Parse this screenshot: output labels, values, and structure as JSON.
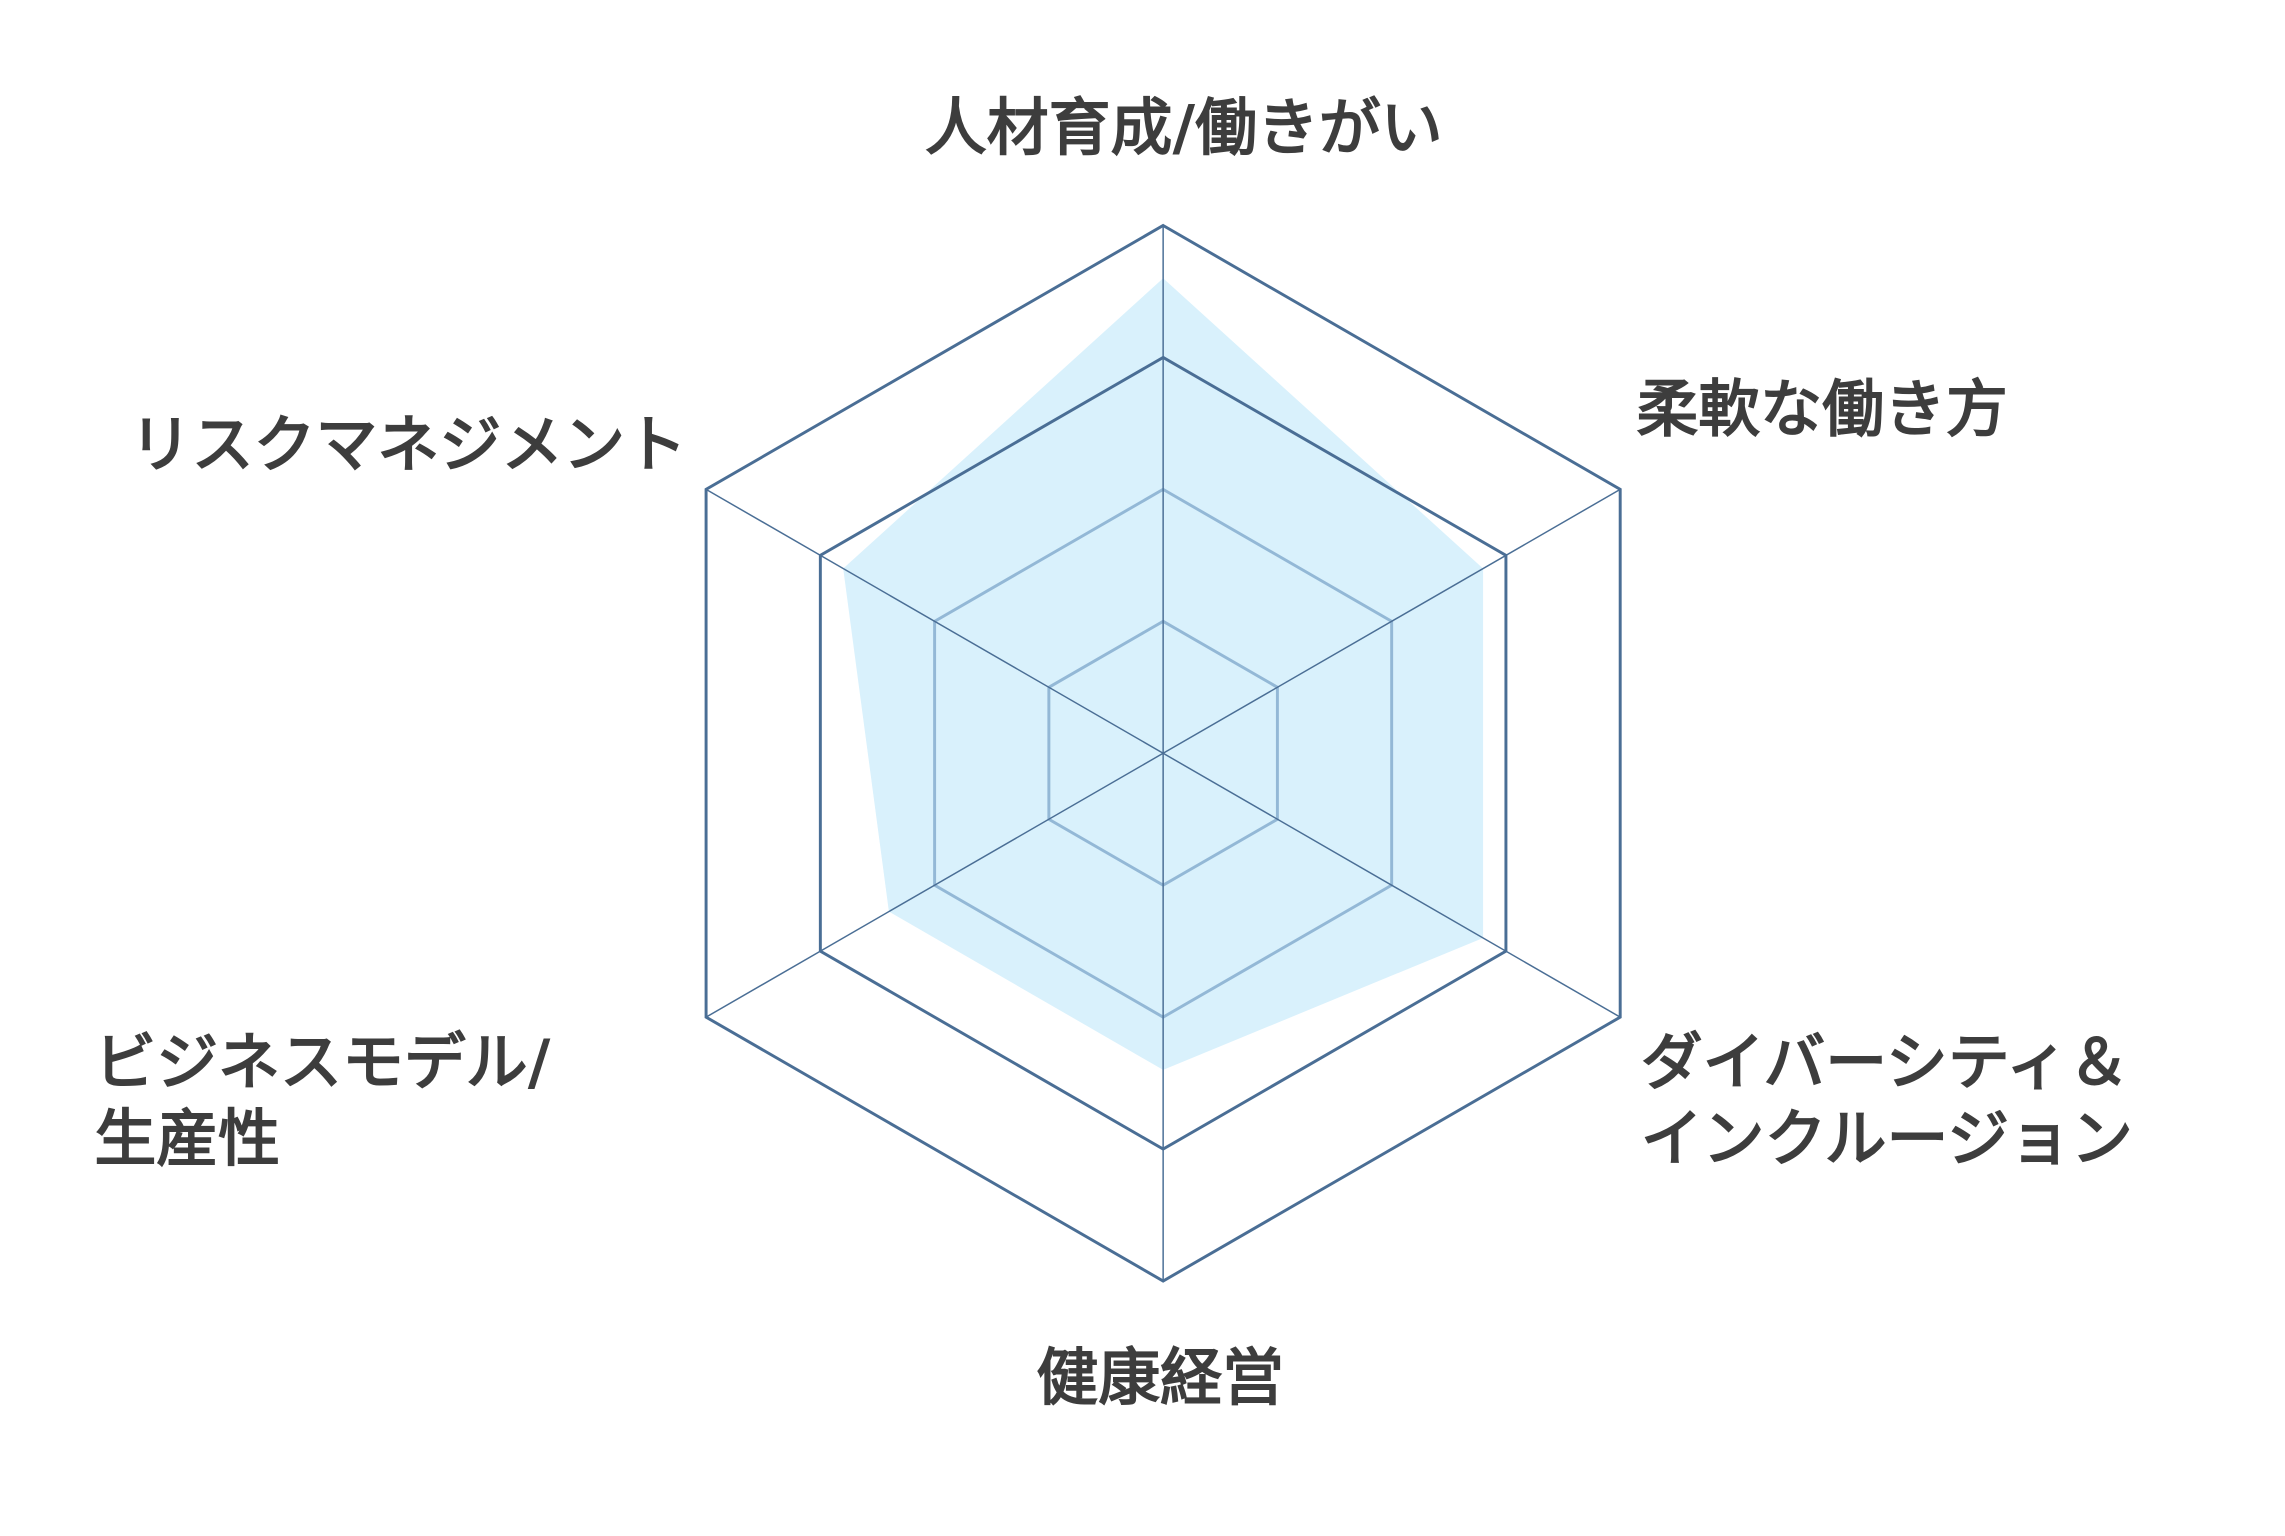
{
  "chart_data": {
    "type": "radar",
    "title": "",
    "axes": [
      "人材育成/働きがい",
      "柔軟な働き方",
      "ダイバーシティ＆インクルージョン",
      "健康経営",
      "ビジネスモデル/生産性",
      "リスクマネジメント"
    ],
    "axis_label_lines": [
      [
        "人材育成/働きがい"
      ],
      [
        "柔軟な働き方"
      ],
      [
        "ダイバーシティ＆",
        "インクルージョン"
      ],
      [
        "健康経営"
      ],
      [
        "ビジネスモデル/",
        "生産性"
      ],
      [
        "リスクマネジメント"
      ]
    ],
    "series": [
      {
        "name": "",
        "values": [
          90,
          70,
          70,
          60,
          60,
          70
        ]
      }
    ],
    "range": [
      0,
      100
    ],
    "grid_levels": [
      25,
      50,
      75,
      100
    ],
    "grid": true,
    "legend": "none",
    "colors": {
      "fill": "#d9f1fc",
      "grid_outer": "#4a6e95",
      "grid_inner": "#93b8d6",
      "text": "#3d3d3d"
    }
  }
}
